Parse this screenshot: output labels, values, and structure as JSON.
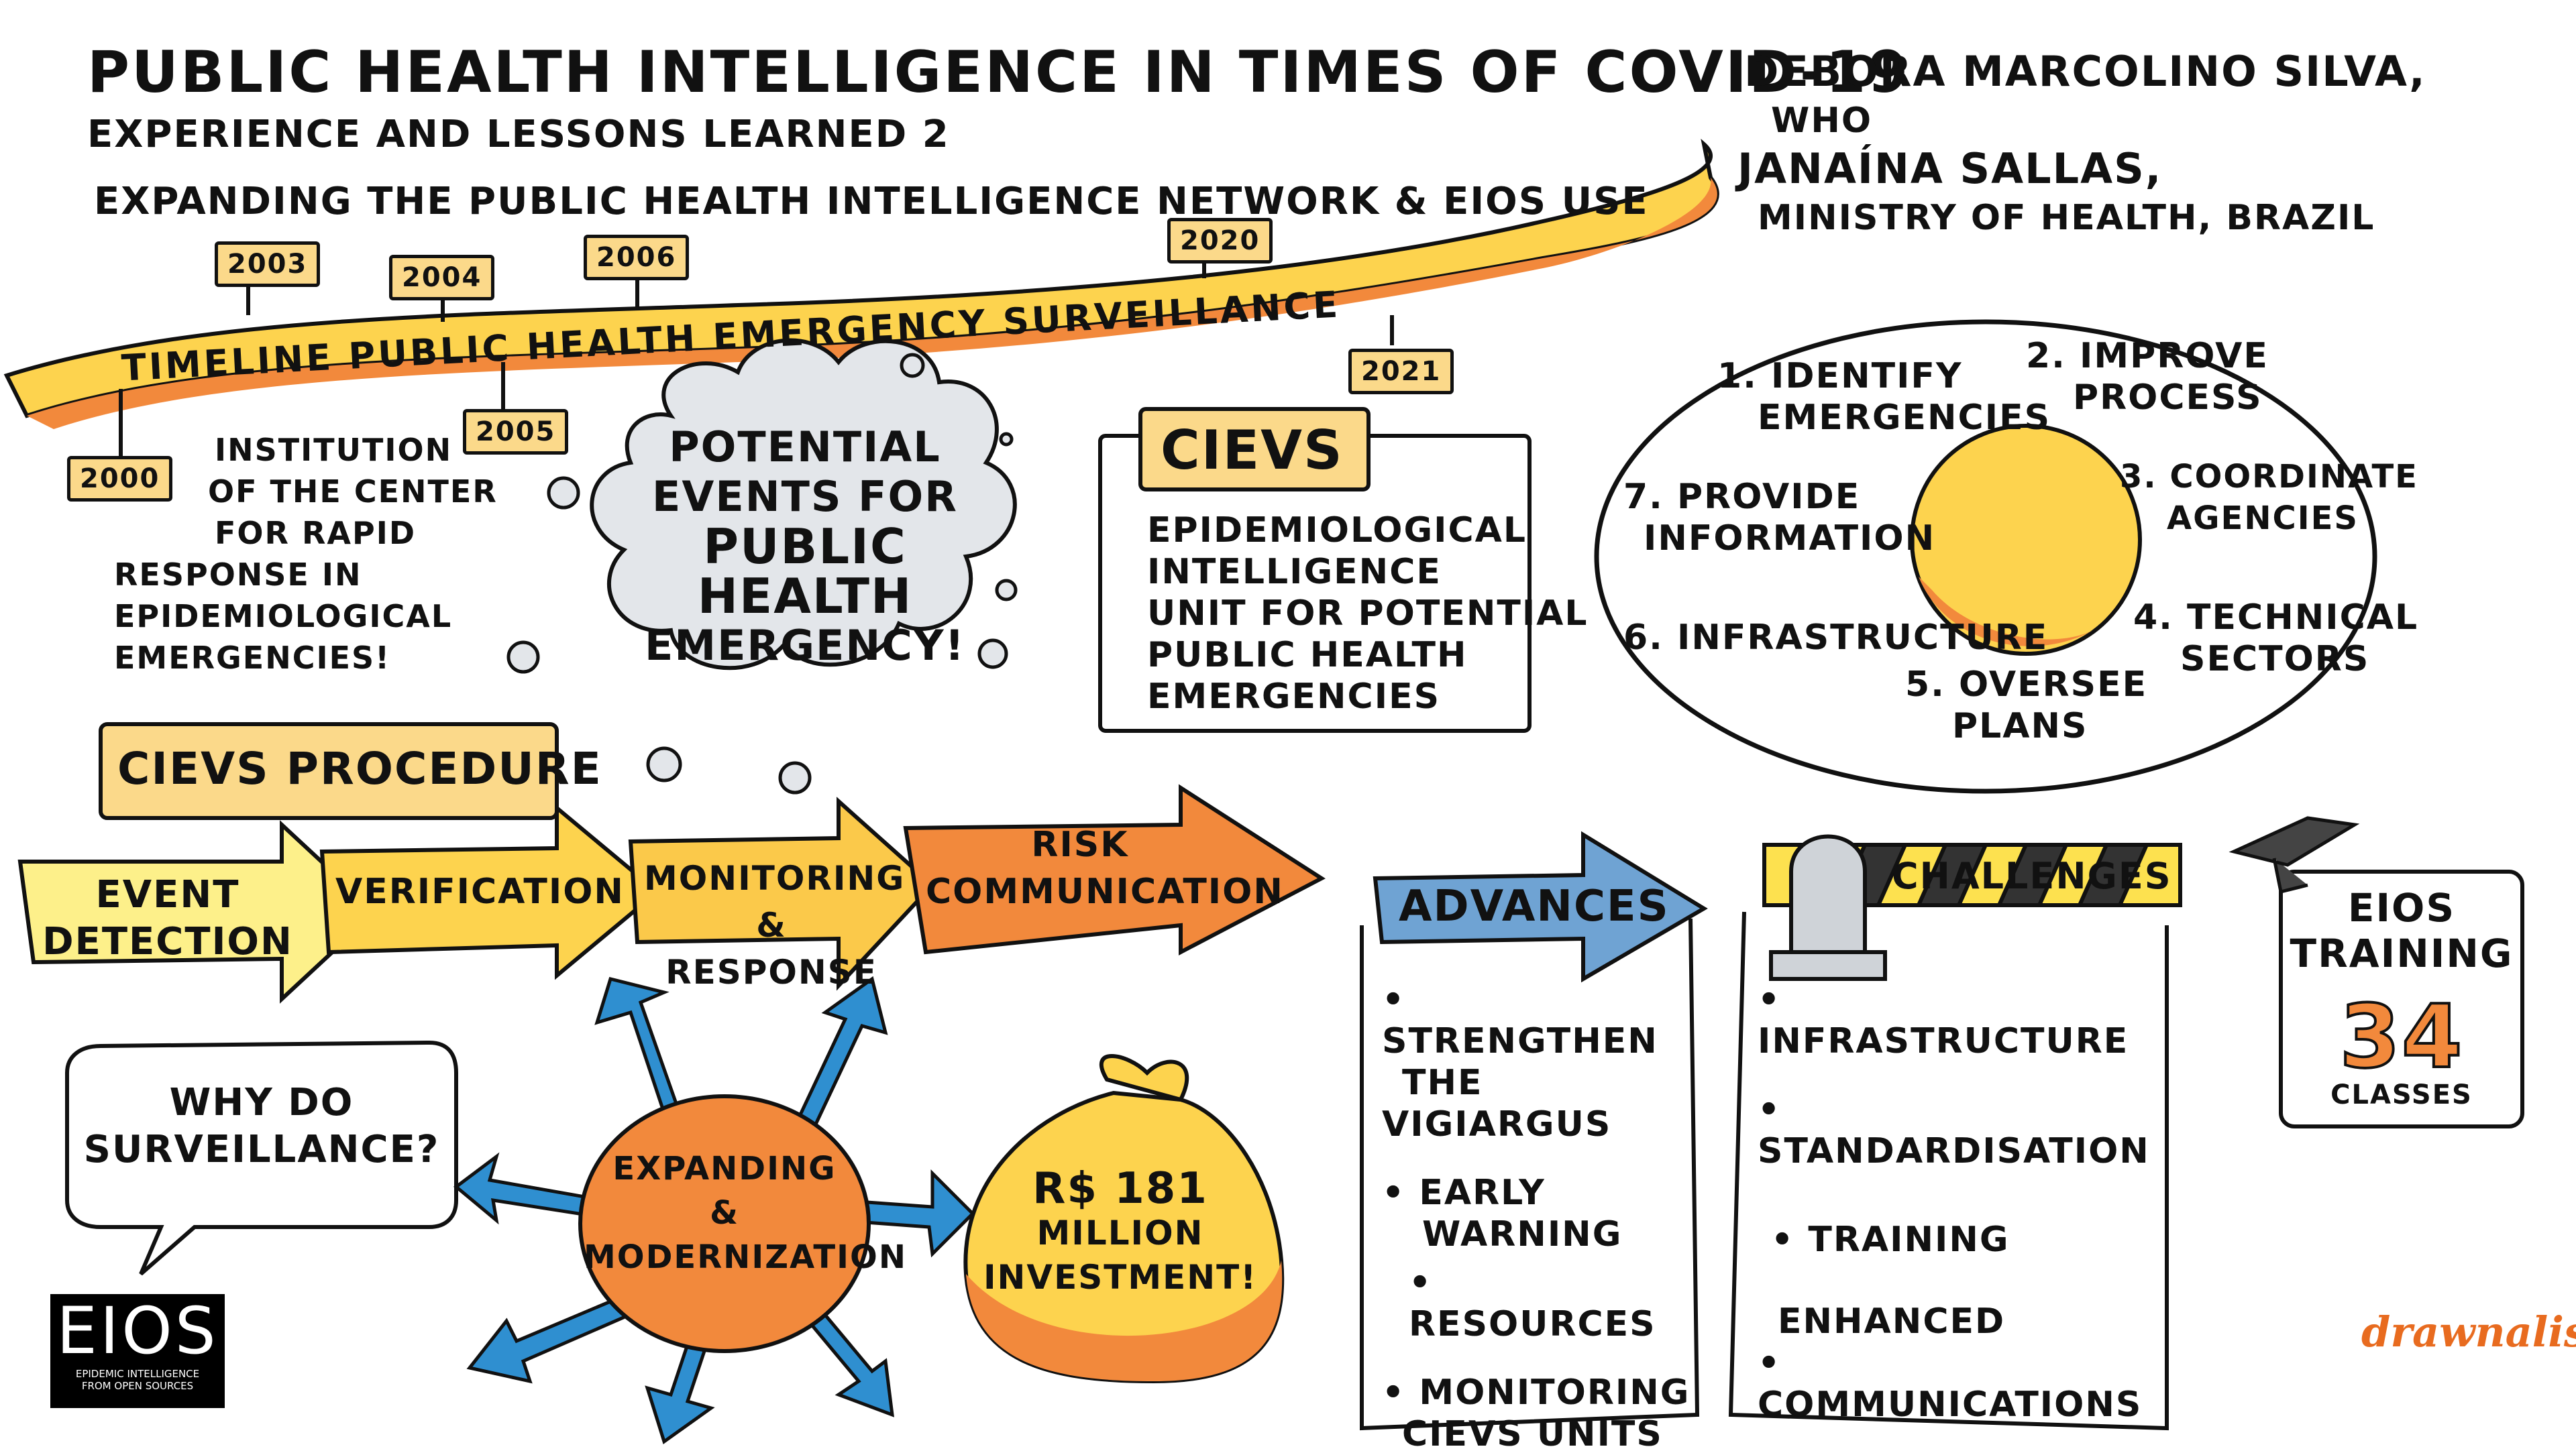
{
  "header": {
    "title": "PUBLIC HEALTH INTELLIGENCE IN TIMES OF COVID-19",
    "subtitle": "EXPERIENCE AND LESSONS LEARNED 2",
    "topic": "EXPANDING THE PUBLIC HEALTH INTELLIGENCE NETWORK & EIOS USE"
  },
  "authors": {
    "name1": "DEBORA MARCOLINO SILVA,",
    "org1": "WHO",
    "name2": "JANAÍNA SALLAS,",
    "org2": "MINISTRY OF HEALTH, BRAZIL"
  },
  "timeline": {
    "label": "TIMELINE PUBLIC HEALTH EMERGENCY SURVEILLANCE",
    "years": [
      "2000",
      "2003",
      "2004",
      "2005",
      "2006",
      "2020",
      "2021"
    ]
  },
  "institution": {
    "text": [
      "INSTITUTION",
      "OF THE CENTER",
      "FOR RAPID",
      "RESPONSE IN",
      "EPIDEMIOLOGICAL",
      "EMERGENCIES!"
    ]
  },
  "cloud": {
    "lines": [
      "POTENTIAL",
      "EVENTS FOR",
      "PUBLIC",
      "HEALTH",
      "EMERGENCY!"
    ]
  },
  "cievs": {
    "label": "CIEVS",
    "desc": [
      "EPIDEMIOLOGICAL",
      "INTELLIGENCE",
      "UNIT FOR POTENTIAL",
      "PUBLIC HEALTH",
      "EMERGENCIES"
    ]
  },
  "functions": {
    "items": [
      [
        "1. IDENTIFY",
        "EMERGENCIES"
      ],
      [
        "2. IMPROVE",
        "PROCESS"
      ],
      [
        "3. COORDINATE",
        "AGENCIES"
      ],
      [
        "4. TECHNICAL",
        "SECTORS"
      ],
      [
        "5. OVERSEE",
        "PLANS"
      ],
      [
        "6. INFRASTRUCTURE"
      ],
      [
        "7. PROVIDE",
        "INFORMATION"
      ]
    ]
  },
  "procedure": {
    "label": "CIEVS PROCEDURE",
    "steps": [
      [
        "EVENT",
        "DETECTION"
      ],
      [
        "VERIFICATION"
      ],
      [
        "MONITORING",
        "& RESPONSE"
      ],
      [
        "RISK",
        "COMMUNICATION"
      ]
    ]
  },
  "why": {
    "lines": [
      "WHY DO",
      "SURVEILLANCE?"
    ]
  },
  "expanding": {
    "lines": [
      "EXPANDING",
      "&",
      "MODERNIZATION"
    ]
  },
  "investment": {
    "lines": [
      "R$ 181",
      "MILLION",
      "INVESTMENT!"
    ]
  },
  "advances": {
    "label": "ADVANCES",
    "items": [
      [
        "STRENGTHEN",
        "THE VIGIARGUS"
      ],
      [
        "EARLY",
        "WARNING"
      ],
      [
        "RESOURCES"
      ],
      [
        "MONITORING",
        "CIEVS UNITS"
      ]
    ]
  },
  "challenges": {
    "label": "CHALLENGES",
    "items": [
      [
        "INFRASTRUCTURE"
      ],
      [
        "STANDARDISATION"
      ],
      [
        "TRAINING"
      ],
      [
        "ENHANCED",
        "COMMUNICATIONS"
      ]
    ]
  },
  "training": {
    "line1": "EIOS",
    "line2": "TRAINING",
    "count": "34",
    "unit": "CLASSES"
  },
  "logo": {
    "name": "EIOS",
    "line1": "EPIDEMIC INTELLIGENCE",
    "line2": "FROM OPEN SOURCES"
  },
  "signature": {
    "text": "drawnalism"
  },
  "colors": {
    "yellow": "#fdd34e",
    "orange": "#f2893c",
    "light_orange": "#fbd98a",
    "blue": "#2f8fd0",
    "arrow_blue": "#6fa3d3",
    "stripe": "#fde14f"
  }
}
